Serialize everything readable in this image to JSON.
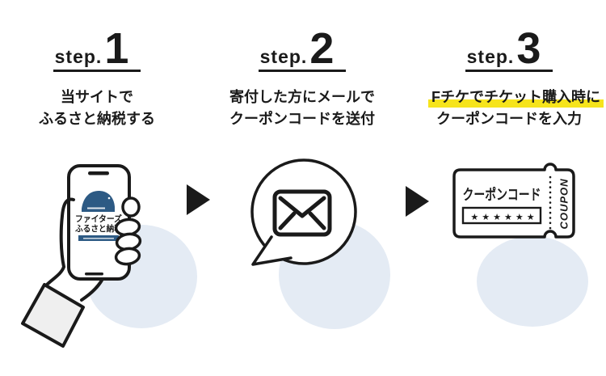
{
  "colors": {
    "ink": "#1a1a1a",
    "highlight_yellow": "#f6e41c",
    "blob_blue": "#e4ebf4",
    "logo_blue": "#2d5a84"
  },
  "steps": [
    {
      "label": "step.",
      "number": "1",
      "caption_line1": "当サイトで",
      "caption_line2": "ふるさと納税する"
    },
    {
      "label": "step.",
      "number": "2",
      "caption_line1": "寄付した方にメールで",
      "caption_line2": "クーポンコードを送付"
    },
    {
      "label": "step.",
      "number": "3",
      "caption_line1": "Fチケでチケット購入時に",
      "caption_line2": "クーポンコードを入力"
    }
  ],
  "illustrations": {
    "phone_logo": {
      "line1": "ファイターズ",
      "line2": "ふるさと納税"
    },
    "coupon": {
      "label": "クーポンコード",
      "code": "★★★★★★",
      "stub": "COUPON"
    }
  },
  "icons": {
    "arrow_right": "right-pointing solid triangle",
    "mail_envelope": "envelope in speech bubble",
    "star": "★"
  }
}
